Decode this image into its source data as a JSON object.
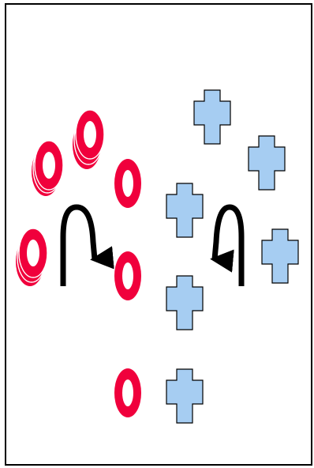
{
  "colors": {
    "ring_fill": "#f0003c",
    "ring_highlight": "#ffffff",
    "cross_fill": "#a6cdf2",
    "cross_stroke": "#000000",
    "arrow": "#000000",
    "frame": "#000000",
    "background": "#ffffff"
  },
  "left_group": {
    "shape": "red-ring",
    "stacked_count": 3,
    "ordered_count": 3,
    "stacked_layers": 3,
    "arrow_direction": "down"
  },
  "right_group": {
    "shape": "blue-cross",
    "scattered_count": 3,
    "ordered_count": 3,
    "arrow_direction": "down"
  }
}
